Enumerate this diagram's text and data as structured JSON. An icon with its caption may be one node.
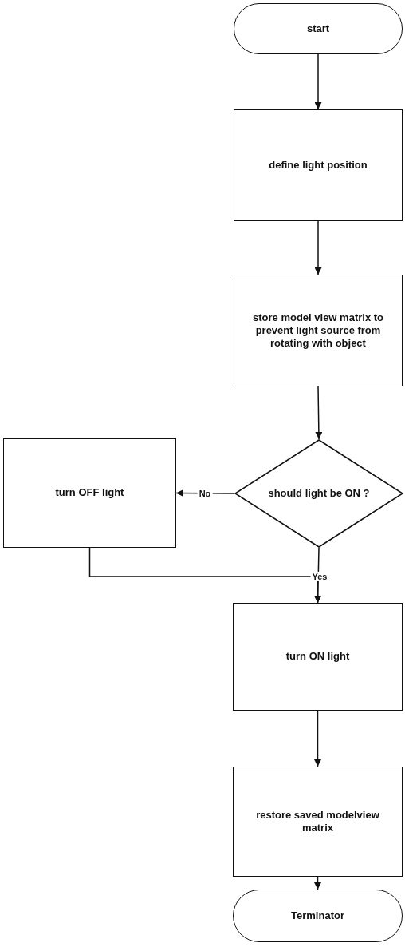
{
  "diagram": {
    "nodes": [
      {
        "text": [
          "start"
        ]
      },
      {
        "text": [
          "define light position"
        ]
      },
      {
        "text": [
          "store model view matrix to prevent light source from rotating with object"
        ]
      },
      {
        "text": [
          "should light be ON ?"
        ]
      },
      {
        "text": [
          "turn OFF light"
        ]
      },
      {
        "text": [
          "turn ON light"
        ]
      },
      {
        "text": [
          "restore saved modelview matrix"
        ]
      },
      {
        "text": [
          "Terminator"
        ]
      }
    ],
    "edges": [
      {
        "from": 0,
        "to": 1,
        "arrow": "to"
      },
      {
        "from": 1,
        "to": 2,
        "arrow": "to"
      },
      {
        "from": 2,
        "to": 3,
        "arrow": "to"
      },
      {
        "from": 3,
        "to": 4,
        "arrow": "to",
        "label": "No"
      },
      {
        "from": 3,
        "to": 5,
        "arrow": "to",
        "label": "Yes"
      },
      {
        "from": 4,
        "to": 5,
        "arrow": "to"
      },
      {
        "from": 5,
        "to": 6,
        "arrow": "to"
      },
      {
        "from": 6,
        "to": 7,
        "arrow": "to"
      }
    ]
  }
}
